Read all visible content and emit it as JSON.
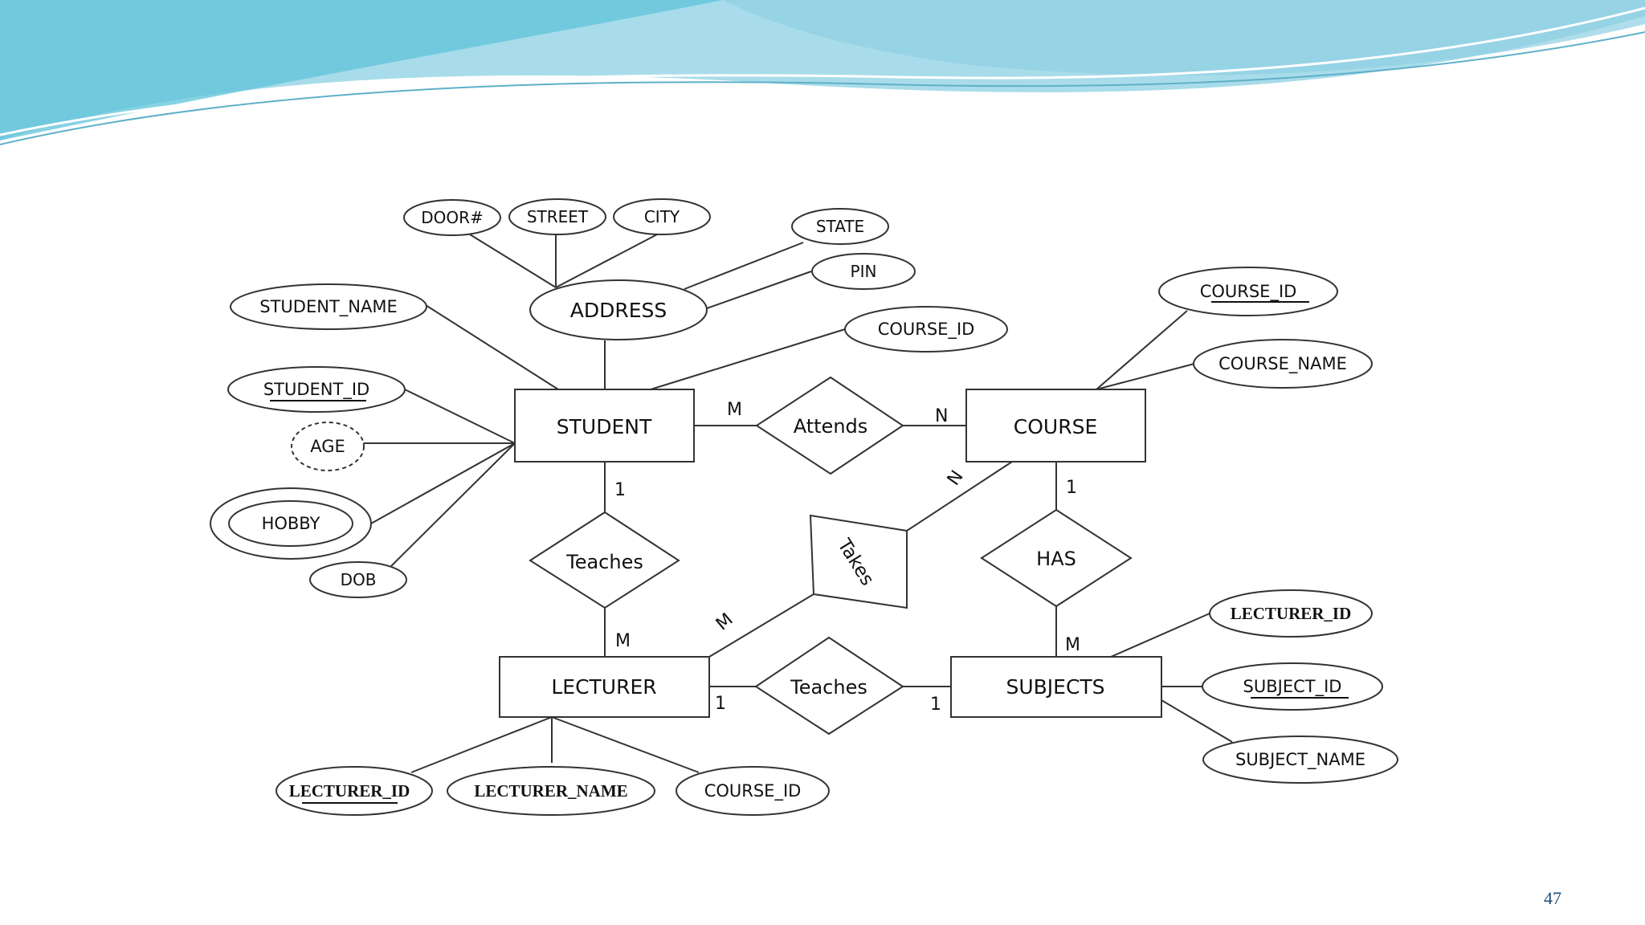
{
  "slide": {
    "page_number": "47"
  },
  "colors": {
    "wave_dark": "#5fc3d9",
    "wave_light": "#a8dcea",
    "ink": "#333333"
  },
  "entities": {
    "student": "STUDENT",
    "course": "COURSE",
    "lecturer": "LECTURER",
    "subjects": "SUBJECTS"
  },
  "relationships": {
    "attends": "Attends",
    "teaches_student": "Teaches",
    "takes": "Takes",
    "has": "HAS",
    "teaches_subject": "Teaches"
  },
  "attributes": {
    "door": "DOOR#",
    "street": "STREET",
    "city": "CITY",
    "state": "STATE",
    "pin": "PIN",
    "address": "ADDRESS",
    "student_name": "STUDENT_NAME",
    "student_id": "STUDENT_ID",
    "age": "AGE",
    "hobby": "HOBBY",
    "dob": "DOB",
    "student_course_id": "COURSE_ID",
    "course_id": "COURSE_ID",
    "course_name": "COURSE_NAME",
    "lecturer_id": "LECTURER_ID",
    "lecturer_name": "LECTURER_NAME",
    "lecturer_course_id": "COURSE_ID",
    "subj_lecturer_id": "LECTURER_ID",
    "subject_id": "SUBJECT_ID",
    "subject_name": "SUBJECT_NAME"
  },
  "cardinalities": {
    "attends_student": "M",
    "attends_course": "N",
    "teaches_student": "1",
    "teaches_lecturer": "M",
    "takes_course": "N",
    "takes_lecturer": "M",
    "has_course": "1",
    "has_subjects": "M",
    "teaches2_lecturer": "1",
    "teaches2_subjects": "1"
  }
}
